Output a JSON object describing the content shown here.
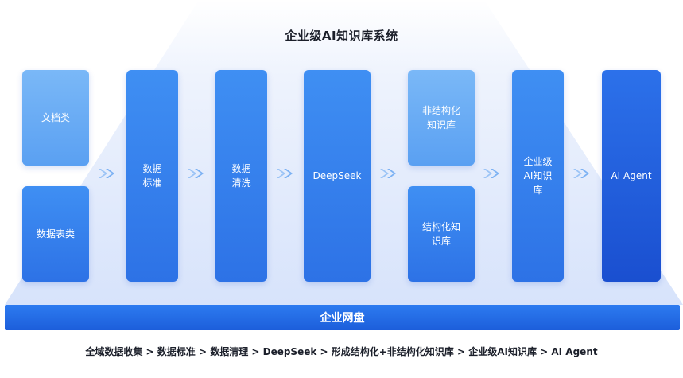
{
  "title": "企业级AI知识库系统",
  "boxes": {
    "documents": "文档类",
    "data_tables": "数据表类",
    "data_standard": "数据\n标准",
    "data_cleaning": "数据\n清洗",
    "deepseek": "DeepSeek",
    "unstructured_kb": "非结构化\n知识库",
    "structured_kb": "结构化知\n识库",
    "enterprise_kb": "企业级\nAI知识\n库",
    "ai_agent": "AI Agent"
  },
  "platform": "企业网盘",
  "flow": "全域数据收集 > 数据标准 > 数据清理 > DeepSeek > 形成结构化+非结构化知识库 > 企业级AI知识库 > AI Agent",
  "colors": {
    "light_box": "#5aa0f2",
    "mid_box": "#3f8ff3",
    "deep_box": "#1a4fd0",
    "platform": "#1c5edb",
    "pyramid_bg": "#e9f0fd"
  },
  "icons": {
    "arrow": "double-chevron-right-icon"
  }
}
